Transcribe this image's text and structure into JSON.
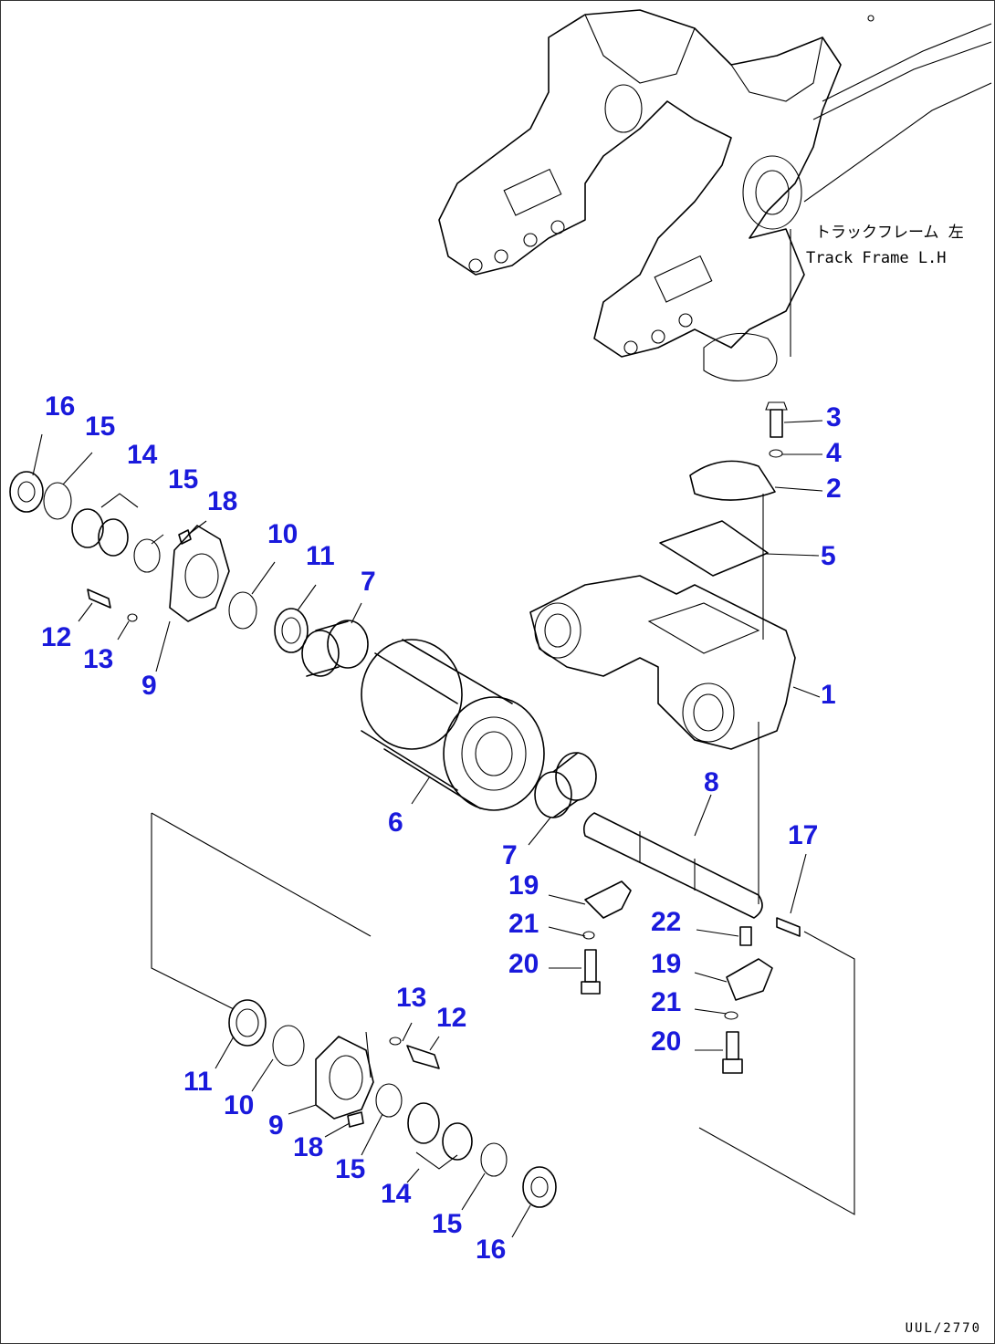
{
  "captions": {
    "frame_jp": "トラックフレーム 左",
    "frame_en": "Track Frame L.H"
  },
  "figure_code": "UUL/2770",
  "callouts": [
    {
      "id": "c-3",
      "label": "3"
    },
    {
      "id": "c-4",
      "label": "4"
    },
    {
      "id": "c-2",
      "label": "2"
    },
    {
      "id": "c-5",
      "label": "5"
    },
    {
      "id": "c-1",
      "label": "1"
    },
    {
      "id": "c-8",
      "label": "8"
    },
    {
      "id": "c-17",
      "label": "17"
    },
    {
      "id": "c-22",
      "label": "22"
    },
    {
      "id": "c-19a",
      "label": "19"
    },
    {
      "id": "c-21a",
      "label": "21"
    },
    {
      "id": "c-20a",
      "label": "20"
    },
    {
      "id": "c-19b",
      "label": "19"
    },
    {
      "id": "c-21b",
      "label": "21"
    },
    {
      "id": "c-20b",
      "label": "20"
    },
    {
      "id": "c-7a",
      "label": "7"
    },
    {
      "id": "c-7b",
      "label": "7"
    },
    {
      "id": "c-6",
      "label": "6"
    },
    {
      "id": "c-16a",
      "label": "16"
    },
    {
      "id": "c-15a",
      "label": "15"
    },
    {
      "id": "c-14a",
      "label": "14"
    },
    {
      "id": "c-15b",
      "label": "15"
    },
    {
      "id": "c-18a",
      "label": "18"
    },
    {
      "id": "c-10a",
      "label": "10"
    },
    {
      "id": "c-11a",
      "label": "11"
    },
    {
      "id": "c-12a",
      "label": "12"
    },
    {
      "id": "c-13a",
      "label": "13"
    },
    {
      "id": "c-9a",
      "label": "9"
    },
    {
      "id": "c-13b",
      "label": "13"
    },
    {
      "id": "c-12b",
      "label": "12"
    },
    {
      "id": "c-11b",
      "label": "11"
    },
    {
      "id": "c-10b",
      "label": "10"
    },
    {
      "id": "c-9b",
      "label": "9"
    },
    {
      "id": "c-18b",
      "label": "18"
    },
    {
      "id": "c-15c",
      "label": "15"
    },
    {
      "id": "c-14b",
      "label": "14"
    },
    {
      "id": "c-15d",
      "label": "15"
    },
    {
      "id": "c-16b",
      "label": "16"
    }
  ]
}
